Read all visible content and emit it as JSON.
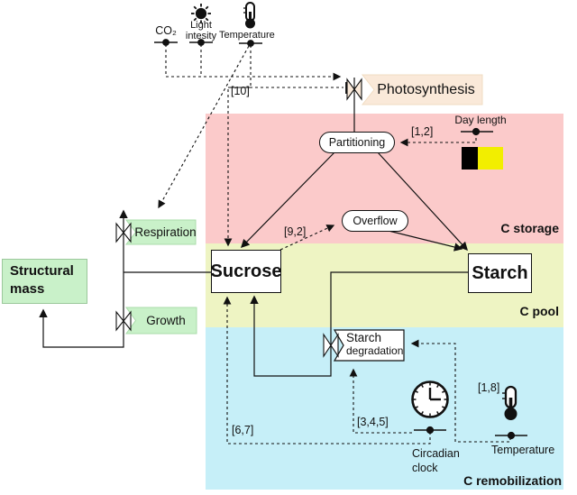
{
  "regions": {
    "c_storage": {
      "label": "C storage",
      "color": "#fbcaca"
    },
    "c_pool": {
      "label": "C pool",
      "color": "#eef4c3"
    },
    "c_remobilization": {
      "label": "C remobilization",
      "color": "#c6eff8"
    }
  },
  "inputs": {
    "co2": {
      "label": "CO₂"
    },
    "light": {
      "label": "Light intesity"
    },
    "temperature_top": {
      "label": "Temperature"
    },
    "day_length": {
      "label": "Day length"
    },
    "circadian_clock": {
      "label": "Circadian clock"
    },
    "temperature_bottom": {
      "label": "Temperature"
    }
  },
  "nodes": {
    "photosynthesis": {
      "label": "Photosynthesis",
      "color": "#fae9d9"
    },
    "partitioning": {
      "label": "Partitioning"
    },
    "overflow": {
      "label": "Overflow"
    },
    "sucrose": {
      "label": "Sucrose"
    },
    "starch": {
      "label": "Starch"
    },
    "respiration": {
      "label": "Respiration",
      "color": "#c9f1c9"
    },
    "growth": {
      "label": "Growth",
      "color": "#c9f1c9"
    },
    "structural_mass": {
      "label": "Structural mass",
      "color": "#c9f1c9"
    },
    "starch_degradation": {
      "line1": "Starch",
      "line2": "degradation"
    }
  },
  "references": {
    "photosynthesis_temperature": "[10]",
    "partitioning_day_length": "[1,2]",
    "sucrose_overflow": "[9,2]",
    "sucrose_clock": "[6,7]",
    "starch_degradation_clock": "[3,4,5]",
    "starch_degradation_temperature": "[1,8]"
  },
  "icons": {
    "sun": "sun-icon",
    "thermometer": "thermometer-icon",
    "clock": "clock-icon",
    "day_night": "day-night-icon",
    "variable_slider": "slider-icon"
  }
}
